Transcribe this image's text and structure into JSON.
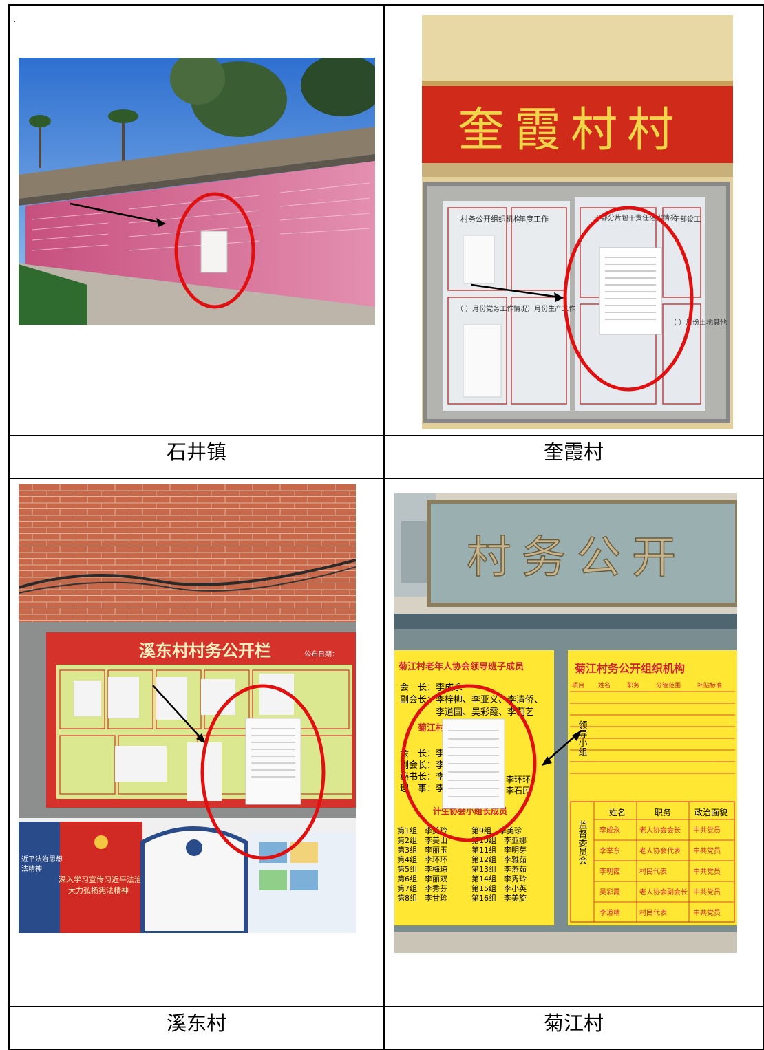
{
  "photos": [
    {
      "caption": "石井镇",
      "sign_text": ""
    },
    {
      "caption": "奎霞村",
      "sign_text": "奎霞村村",
      "panel_labels": [
        "村务公开组织机构",
        "年度工作",
        "干部分片包干责任落实情况",
        "干部设工",
        "（ ）月份党务工作情况",
        "（ ）月份生产工作",
        "（ ）月份土地其他"
      ]
    },
    {
      "caption": "溪东村",
      "sign_text": "溪东村村务公开栏",
      "date_text": "公布日期：",
      "poster_lines": [
        "深入学习宣传习近平法治思想",
        "大力弘扬宪法精神",
        "近平法治思想",
        "法精神"
      ]
    },
    {
      "caption": "菊江村",
      "sign_text": "村务公开",
      "left_board": {
        "title": "菊江村老年人协会领导班子成员",
        "rows": [
          "会　长：李成永",
          "副会长：李梓柳、李亚义、李清侨、",
          "　　　　李道国、吴彩霞、李莉艺"
        ],
        "title2": "菊江村",
        "rows2": [
          "会　长：李",
          "副会长：李",
          "秘书长：李",
          "理　事：李"
        ],
        "side_names": [
          "李环环",
          "李石民"
        ],
        "title3": "计生协会小组长成员",
        "groups_a": [
          "第1组　李美玲",
          "第2组　李美山",
          "第3组　李丽玉",
          "第4组　李环环",
          "第5组　李梅琼",
          "第6组　李丽双",
          "第7组　李秀芬",
          "第8组　李甘珍"
        ],
        "groups_b": [
          "第9组　李美珍",
          "第10组　李亚娜",
          "第11组　李明芽",
          "第12组　李雅茹",
          "第13组　李燕茹",
          "第14组　李秀玲",
          "第15组　李小英",
          "第16组　李美旋"
        ]
      },
      "right_board": {
        "title": "菊江村务公开组织机构",
        "head": [
          "项目",
          "姓名",
          "职务",
          "分管范围",
          "补贴标准"
        ],
        "vertical_label_1": "领导小组",
        "vertical_label_2": "监督委员会",
        "members": [
          {
            "name": "李成永",
            "duty": "老人协会会长",
            "party": "中共党员"
          },
          {
            "name": "李举东",
            "duty": "老人协会代表",
            "party": "中共党员"
          },
          {
            "name": "李明霞",
            "duty": "村民代表",
            "party": "中共党员"
          },
          {
            "name": "吴彩霞",
            "duty": "老人协会副会长",
            "party": "中共党员"
          },
          {
            "name": "李道精",
            "duty": "村民代表",
            "party": "中共党员"
          }
        ],
        "mhead": [
          "姓名",
          "职务",
          "政治面貌"
        ]
      }
    }
  ]
}
